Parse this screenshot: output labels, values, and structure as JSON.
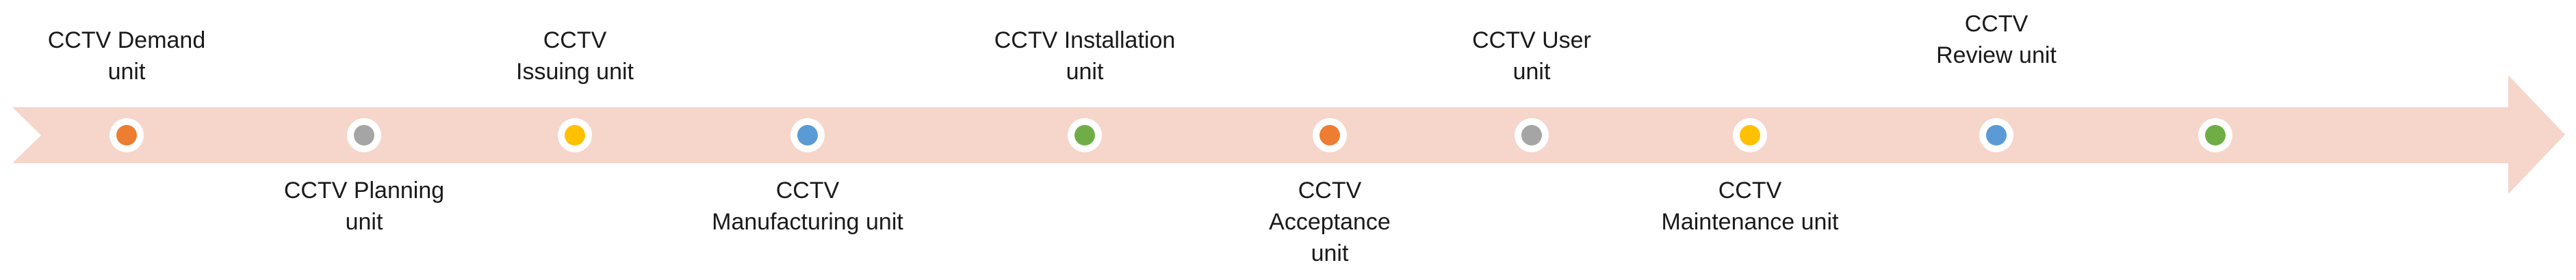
{
  "diagram": {
    "type": "timeline",
    "colors": {
      "arrow_fill": "#f6d5cb",
      "dot_ring": "#ffffff"
    },
    "milestones": [
      {
        "color": "#ed7d31",
        "label_lines": [
          "CCTV Demand",
          "unit"
        ],
        "side": "above"
      },
      {
        "color": "#a5a5a5",
        "label_lines": [
          "CCTV Planning",
          "unit"
        ],
        "side": "below"
      },
      {
        "color": "#ffc000",
        "label_lines": [
          "CCTV",
          "Issuing unit"
        ],
        "side": "above"
      },
      {
        "color": "#5b9bd5",
        "label_lines": [
          "CCTV",
          "Manufacturing unit"
        ],
        "side": "below"
      },
      {
        "color": "#70ad47",
        "label_lines": [
          "CCTV Installation",
          "unit"
        ],
        "side": "above"
      },
      {
        "color": "#ed7d31",
        "label_lines": [
          "CCTV",
          "Acceptance",
          "unit"
        ],
        "side": "below"
      },
      {
        "color": "#a5a5a5",
        "label_lines": [
          "CCTV User",
          "unit"
        ],
        "side": "above"
      },
      {
        "color": "#ffc000",
        "label_lines": [
          "CCTV",
          "Maintenance unit"
        ],
        "side": "below"
      },
      {
        "color": "#5b9bd5",
        "label_lines": [
          "CCTV",
          "Review unit"
        ],
        "side": "above"
      },
      {
        "color": "#70ad47",
        "label_lines": [],
        "side": "none"
      }
    ]
  }
}
